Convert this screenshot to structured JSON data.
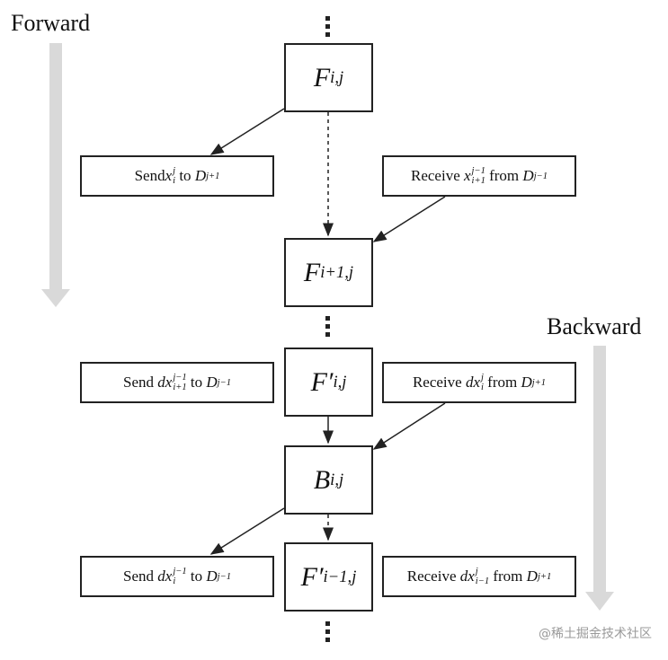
{
  "labels": {
    "forward": "Forward",
    "backward": "Backward"
  },
  "nodes": {
    "F_ij": {
      "base": "F",
      "sub": "i,j"
    },
    "F_i1j": {
      "base": "F",
      "sub": "i+1,j"
    },
    "Fp_ij": {
      "base": "F′",
      "sub": "i,j"
    },
    "B_ij": {
      "base": "B",
      "sub": "i,j"
    },
    "Fp_im1j": {
      "base": "F′",
      "sub": "i−1,j"
    }
  },
  "messages": {
    "send1": {
      "pre": "Send ",
      "var": "x",
      "sup": "j",
      "sub": "i",
      "mid": " to ",
      "dev": "D",
      "devsub": "j+1",
      "post": ""
    },
    "receive1": {
      "pre": "Receive ",
      "var": "x",
      "sup": "j−1",
      "sub": "i+1",
      "mid": " from ",
      "dev": "D",
      "devsub": "j−1",
      "post": ""
    },
    "send2": {
      "pre": "Send ",
      "var": "dx",
      "sup": "j−1",
      "sub": "i+1",
      "mid": " to ",
      "dev": "D",
      "devsub": "j−1",
      "post": ""
    },
    "receive2": {
      "pre": "Receive ",
      "var": "dx",
      "sup": "j",
      "sub": "i",
      "mid": " from ",
      "dev": "D",
      "devsub": "j+1",
      "post": ""
    },
    "send3": {
      "pre": "Send ",
      "var": "dx",
      "sup": "j−1",
      "sub": "i",
      "mid": " to ",
      "dev": "D",
      "devsub": "j−1",
      "post": ""
    },
    "receive3": {
      "pre": "Receive ",
      "var": "dx",
      "sup": "j",
      "sub": "i−1",
      "mid": " from ",
      "dev": "D",
      "devsub": "j+1",
      "post": ""
    }
  },
  "watermark": "@稀土掘金技术社区",
  "colors": {
    "big_arrow": "#d9d9d9",
    "stroke": "#222222"
  }
}
